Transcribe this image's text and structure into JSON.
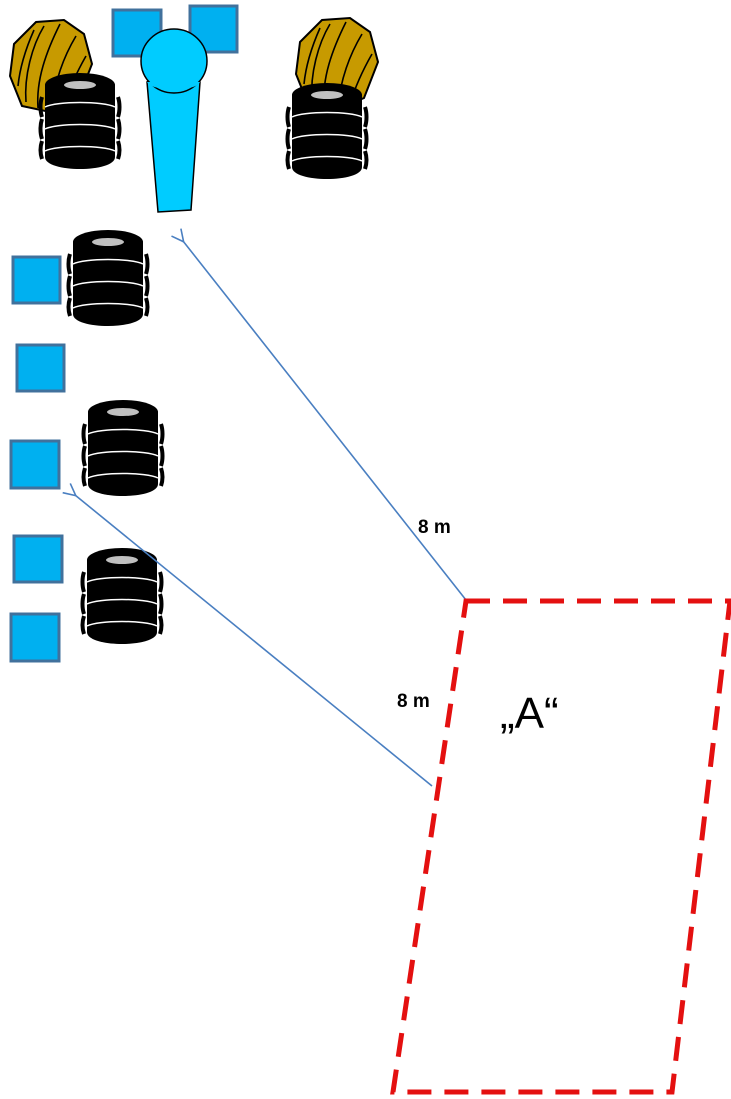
{
  "labels": {
    "distance_upper": "8 m",
    "distance_lower": "8 m",
    "zone": "„A“"
  },
  "colors": {
    "square_fill": "#00b0f0",
    "square_stroke": "#41719c",
    "tire": "#000000",
    "tire_rim": "#c0c0c0",
    "cone_fill": "#00ccff",
    "bush_fill": "#c79a00",
    "arrow": "#4a7fc1",
    "zone_border": "#e41010"
  },
  "icons": {
    "square": "blue-square-marker",
    "tire": "tire-stack",
    "bush": "bush",
    "cone": "player-cone",
    "zone": "dashed-zone"
  }
}
